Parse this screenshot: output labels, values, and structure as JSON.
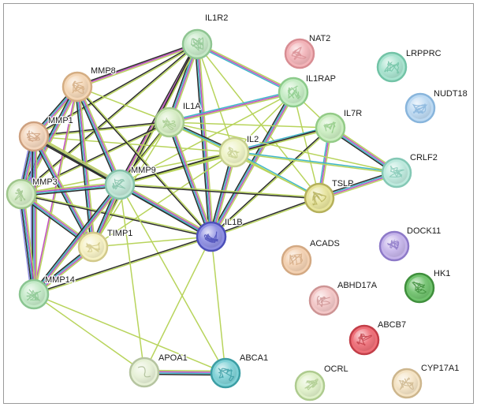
{
  "network": {
    "nodes": [
      {
        "id": "IL1R2",
        "label": "IL1R2",
        "color": "#c6e8c7",
        "ring": "#8fc592",
        "structure": "protein"
      },
      {
        "id": "NAT2",
        "label": "NAT2",
        "color": "#f2b3b8",
        "ring": "#d88d93",
        "structure": "protein"
      },
      {
        "id": "LRPPRC",
        "label": "LRPPRC",
        "color": "#a8e3cf",
        "ring": "#72c3a6",
        "structure": "protein"
      },
      {
        "id": "MMP8",
        "label": "MMP8",
        "color": "#f3d6b6",
        "ring": "#d4ad82",
        "structure": "protein"
      },
      {
        "id": "IL1RAP",
        "label": "IL1RAP",
        "color": "#c5ecc4",
        "ring": "#8ccb8b",
        "structure": "protein"
      },
      {
        "id": "NUDT18",
        "label": "NUDT18",
        "color": "#bcd9f2",
        "ring": "#88b5dc",
        "structure": "protein"
      },
      {
        "id": "MMP1",
        "label": "MMP1",
        "color": "#f3d6bd",
        "ring": "#cda07f",
        "structure": "protein"
      },
      {
        "id": "IL1A",
        "label": "IL1A",
        "color": "#d5ecc3",
        "ring": "#a6cb8e",
        "structure": "protein"
      },
      {
        "id": "IL7R",
        "label": "IL7R",
        "color": "#c9ecbf",
        "ring": "#93cb87",
        "structure": "protein"
      },
      {
        "id": "IL2",
        "label": "IL2",
        "color": "#eef3c6",
        "ring": "#c6cf8e",
        "structure": "protein"
      },
      {
        "id": "CRLF2",
        "label": "CRLF2",
        "color": "#bde9dd",
        "ring": "#84c8b5",
        "structure": "protein"
      },
      {
        "id": "MMP3",
        "label": "MMP3",
        "color": "#d4ebc6",
        "ring": "#9fc68c",
        "structure": "protein"
      },
      {
        "id": "MMP9",
        "label": "MMP9",
        "color": "#bfe5d5",
        "ring": "#84c2a9",
        "structure": "protein"
      },
      {
        "id": "TSLP",
        "label": "TSLP",
        "color": "#e7e49c",
        "ring": "#b5b05a",
        "structure": "protein"
      },
      {
        "id": "IL1B",
        "label": "IL1B",
        "color": "#8e8fe2",
        "ring": "#4b4fb8",
        "structure": "protein"
      },
      {
        "id": "TIMP1",
        "label": "TIMP1",
        "color": "#f6f1c4",
        "ring": "#d2c98a",
        "structure": "protein"
      },
      {
        "id": "ACADS",
        "label": "ACADS",
        "color": "#f3d1b2",
        "ring": "#d3a983",
        "structure": "protein"
      },
      {
        "id": "DOCK11",
        "label": "DOCK11",
        "color": "#c5b4ea",
        "ring": "#8d79c8",
        "structure": "protein"
      },
      {
        "id": "MMP14",
        "label": "MMP14",
        "color": "#c3e9c7",
        "ring": "#8ac591",
        "structure": "protein"
      },
      {
        "id": "ABHD17A",
        "label": "ABHD17A",
        "color": "#f3c7c7",
        "ring": "#cd9494",
        "structure": "protein"
      },
      {
        "id": "HK1",
        "label": "HK1",
        "color": "#70c26d",
        "ring": "#3f8f3c",
        "structure": "protein"
      },
      {
        "id": "ABCB7",
        "label": "ABCB7",
        "color": "#ee6f78",
        "ring": "#c23e48",
        "structure": "protein"
      },
      {
        "id": "APOA1",
        "label": "APOA1",
        "color": "#e6f0d6",
        "ring": "#b5c4a0",
        "structure": "empty"
      },
      {
        "id": "ABCA1",
        "label": "ABCA1",
        "color": "#7fd1d6",
        "ring": "#3c9ea4",
        "structure": "protein"
      },
      {
        "id": "OCRL",
        "label": "OCRL",
        "color": "#dff0c8",
        "ring": "#aecb8f",
        "structure": "protein"
      },
      {
        "id": "CYP17A1",
        "label": "CYP17A1",
        "color": "#f4e3c4",
        "ring": "#cdb68d",
        "structure": "protein"
      }
    ],
    "edge_colors": {
      "database": "#3fb6c8",
      "experimental": "#c14ec1",
      "textmining": "#b8d45c",
      "coexpression": "#2b2b2b",
      "homology": "#8b8be0",
      "neighborhood": "#4caf50"
    },
    "edges": [
      [
        "IL1R2",
        "IL1A",
        [
          "textmining",
          "experimental",
          "database",
          "coexpression"
        ]
      ],
      [
        "IL1R2",
        "IL1B",
        [
          "textmining",
          "experimental",
          "database",
          "coexpression"
        ]
      ],
      [
        "IL1R2",
        "IL1RAP",
        [
          "textmining",
          "experimental",
          "database"
        ]
      ],
      [
        "IL1R2",
        "MMP8",
        [
          "textmining",
          "experimental",
          "coexpression"
        ]
      ],
      [
        "IL1R2",
        "MMP9",
        [
          "textmining",
          "experimental",
          "coexpression"
        ]
      ],
      [
        "IL1R2",
        "MMP1",
        [
          "textmining",
          "coexpression"
        ]
      ],
      [
        "IL1R2",
        "MMP3",
        [
          "textmining",
          "coexpression"
        ]
      ],
      [
        "IL1R2",
        "IL2",
        [
          "textmining"
        ]
      ],
      [
        "IL1R2",
        "TSLP",
        [
          "textmining"
        ]
      ],
      [
        "IL1R2",
        "TIMP1",
        [
          "textmining",
          "coexpression"
        ]
      ],
      [
        "IL1RAP",
        "IL1A",
        [
          "textmining",
          "experimental",
          "database"
        ]
      ],
      [
        "IL1RAP",
        "IL1B",
        [
          "textmining",
          "experimental",
          "database",
          "coexpression"
        ]
      ],
      [
        "IL1RAP",
        "IL7R",
        [
          "textmining"
        ]
      ],
      [
        "IL1RAP",
        "TSLP",
        [
          "textmining"
        ]
      ],
      [
        "IL1RAP",
        "MMP9",
        [
          "textmining"
        ]
      ],
      [
        "IL1RAP",
        "IL2",
        [
          "textmining"
        ]
      ],
      [
        "IL7R",
        "TSLP",
        [
          "textmining",
          "experimental",
          "database"
        ]
      ],
      [
        "IL7R",
        "CRLF2",
        [
          "textmining",
          "experimental",
          "database",
          "coexpression"
        ]
      ],
      [
        "IL7R",
        "IL2",
        [
          "textmining",
          "experimental",
          "database"
        ]
      ],
      [
        "IL7R",
        "IL1B",
        [
          "textmining",
          "coexpression"
        ]
      ],
      [
        "IL7R",
        "IL1A",
        [
          "textmining"
        ]
      ],
      [
        "IL7R",
        "MMP9",
        [
          "textmining",
          "coexpression"
        ]
      ],
      [
        "CRLF2",
        "TSLP",
        [
          "textmining",
          "experimental",
          "database",
          "coexpression"
        ]
      ],
      [
        "CRLF2",
        "IL2",
        [
          "textmining",
          "database"
        ]
      ],
      [
        "CRLF2",
        "IL1A",
        [
          "textmining"
        ]
      ],
      [
        "TSLP",
        "IL1B",
        [
          "textmining",
          "coexpression"
        ]
      ],
      [
        "TSLP",
        "IL1A",
        [
          "textmining"
        ]
      ],
      [
        "TSLP",
        "IL2",
        [
          "textmining",
          "database"
        ]
      ],
      [
        "IL2",
        "IL1B",
        [
          "textmining",
          "experimental",
          "database",
          "coexpression"
        ]
      ],
      [
        "IL2",
        "IL1A",
        [
          "textmining",
          "database",
          "coexpression"
        ]
      ],
      [
        "IL2",
        "MMP9",
        [
          "textmining",
          "coexpression"
        ]
      ],
      [
        "IL2",
        "MMP1",
        [
          "textmining"
        ]
      ],
      [
        "IL2",
        "TIMP1",
        [
          "textmining"
        ]
      ],
      [
        "IL2",
        "MMP3",
        [
          "textmining"
        ]
      ],
      [
        "IL1A",
        "IL1B",
        [
          "textmining",
          "experimental",
          "database",
          "coexpression"
        ]
      ],
      [
        "IL1A",
        "MMP9",
        [
          "textmining",
          "coexpression"
        ]
      ],
      [
        "IL1A",
        "MMP1",
        [
          "textmining",
          "coexpression"
        ]
      ],
      [
        "IL1A",
        "MMP3",
        [
          "textmining",
          "coexpression"
        ]
      ],
      [
        "IL1A",
        "MMP8",
        [
          "textmining"
        ]
      ],
      [
        "IL1A",
        "TIMP1",
        [
          "textmining"
        ]
      ],
      [
        "IL1A",
        "MMP14",
        [
          "textmining"
        ]
      ],
      [
        "MMP8",
        "MMP1",
        [
          "textmining",
          "experimental",
          "database",
          "coexpression"
        ]
      ],
      [
        "MMP8",
        "MMP9",
        [
          "textmining",
          "experimental",
          "database",
          "coexpression"
        ]
      ],
      [
        "MMP8",
        "MMP3",
        [
          "textmining",
          "experimental",
          "database",
          "coexpression"
        ]
      ],
      [
        "MMP8",
        "IL1B",
        [
          "textmining",
          "coexpression"
        ]
      ],
      [
        "MMP8",
        "TIMP1",
        [
          "textmining",
          "experimental",
          "database",
          "coexpression"
        ]
      ],
      [
        "MMP8",
        "MMP14",
        [
          "textmining",
          "experimental"
        ]
      ],
      [
        "MMP1",
        "MMP9",
        [
          "textmining",
          "experimental",
          "database",
          "coexpression"
        ]
      ],
      [
        "MMP1",
        "MMP3",
        [
          "textmining",
          "experimental",
          "database",
          "coexpression",
          "homology"
        ]
      ],
      [
        "MMP1",
        "TIMP1",
        [
          "textmining",
          "experimental",
          "database",
          "coexpression"
        ]
      ],
      [
        "MMP1",
        "MMP14",
        [
          "textmining",
          "experimental",
          "database",
          "coexpression",
          "homology"
        ]
      ],
      [
        "MMP1",
        "IL1B",
        [
          "textmining",
          "coexpression"
        ]
      ],
      [
        "MMP3",
        "MMP9",
        [
          "textmining",
          "experimental",
          "database",
          "coexpression"
        ]
      ],
      [
        "MMP3",
        "TIMP1",
        [
          "textmining",
          "experimental",
          "database",
          "coexpression"
        ]
      ],
      [
        "MMP3",
        "MMP14",
        [
          "textmining",
          "experimental",
          "database",
          "coexpression",
          "homology"
        ]
      ],
      [
        "MMP3",
        "IL1B",
        [
          "textmining",
          "coexpression"
        ]
      ],
      [
        "MMP9",
        "IL1B",
        [
          "textmining",
          "experimental",
          "database",
          "coexpression"
        ]
      ],
      [
        "MMP9",
        "TIMP1",
        [
          "textmining",
          "experimental",
          "database",
          "coexpression"
        ]
      ],
      [
        "MMP9",
        "MMP14",
        [
          "textmining",
          "experimental",
          "database",
          "coexpression"
        ]
      ],
      [
        "MMP9",
        "ABCA1",
        [
          "textmining"
        ]
      ],
      [
        "MMP9",
        "TSLP",
        [
          "textmining",
          "coexpression"
        ]
      ],
      [
        "TIMP1",
        "MMP14",
        [
          "textmining",
          "experimental",
          "database",
          "coexpression"
        ]
      ],
      [
        "TIMP1",
        "IL1B",
        [
          "textmining"
        ]
      ],
      [
        "IL1B",
        "MMP14",
        [
          "textmining",
          "coexpression"
        ]
      ],
      [
        "IL1B",
        "ABCA1",
        [
          "textmining"
        ]
      ],
      [
        "IL1B",
        "APOA1",
        [
          "textmining"
        ]
      ],
      [
        "MMP14",
        "APOA1",
        [
          "textmining"
        ]
      ],
      [
        "APOA1",
        "ABCA1",
        [
          "textmining",
          "experimental",
          "database",
          "coexpression"
        ]
      ],
      [
        "APOA1",
        "MMP9",
        [
          "textmining"
        ]
      ],
      [
        "MMP14",
        "ABCA1",
        [
          "textmining"
        ]
      ]
    ]
  }
}
